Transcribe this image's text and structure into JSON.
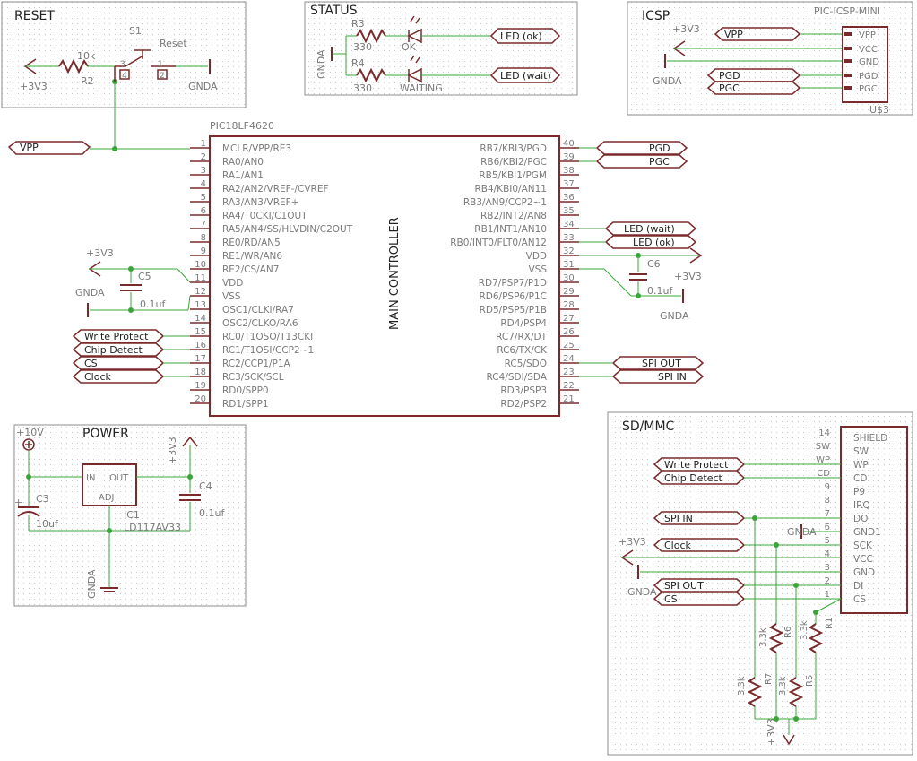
{
  "sections": {
    "reset": "RESET",
    "status": "STATUS",
    "icsp": "ICSP",
    "power": "POWER",
    "sdmmc": "SD/MMC"
  },
  "mcu": {
    "name": "PIC18LF4620",
    "label": "MAIN CONTROLLER",
    "left_pins": [
      {
        "num": "1",
        "name": "MCLR/VPP/RE3"
      },
      {
        "num": "2",
        "name": "RA0/AN0"
      },
      {
        "num": "3",
        "name": "RA1/AN1"
      },
      {
        "num": "4",
        "name": "RA2/AN2/VREF-/CVREF"
      },
      {
        "num": "5",
        "name": "RA3/AN3/VREF+"
      },
      {
        "num": "6",
        "name": "RA4/T0CKI/C1OUT"
      },
      {
        "num": "7",
        "name": "RA5/AN4/SS/HLVDIN/C2OUT"
      },
      {
        "num": "8",
        "name": "RE0/RD/AN5"
      },
      {
        "num": "9",
        "name": "RE1/WR/AN6"
      },
      {
        "num": "10",
        "name": "RE2/CS/AN7"
      },
      {
        "num": "11",
        "name": "VDD"
      },
      {
        "num": "12",
        "name": "VSS"
      },
      {
        "num": "13",
        "name": "OSC1/CLKI/RA7"
      },
      {
        "num": "14",
        "name": "OSC2/CLKO/RA6"
      },
      {
        "num": "15",
        "name": "RC0/T1OSO/T13CKI"
      },
      {
        "num": "16",
        "name": "RC1/T1OSI/CCP2~1"
      },
      {
        "num": "17",
        "name": "RC2/CCP1/P1A"
      },
      {
        "num": "18",
        "name": "RC3/SCK/SCL"
      },
      {
        "num": "19",
        "name": "RD0/SPP0"
      },
      {
        "num": "20",
        "name": "RD1/SPP1"
      }
    ],
    "right_pins": [
      {
        "num": "40",
        "name": "RB7/KBI3/PGD"
      },
      {
        "num": "39",
        "name": "RB6/KBI2/PGC"
      },
      {
        "num": "38",
        "name": "RB5/KBI1/PGM"
      },
      {
        "num": "37",
        "name": "RB4/KBI0/AN11"
      },
      {
        "num": "36",
        "name": "RB3/AN9/CCP2~1"
      },
      {
        "num": "35",
        "name": "RB2/INT2/AN8"
      },
      {
        "num": "34",
        "name": "RB1/INT1/AN10"
      },
      {
        "num": "33",
        "name": "RB0/INT0/FLT0/AN12"
      },
      {
        "num": "32",
        "name": "VDD"
      },
      {
        "num": "31",
        "name": "VSS"
      },
      {
        "num": "30",
        "name": "RD7/PSP7/P1D"
      },
      {
        "num": "29",
        "name": "RD6/PSP6/P1C"
      },
      {
        "num": "28",
        "name": "RD5/PSP5/P1B"
      },
      {
        "num": "27",
        "name": "RD4/PSP4"
      },
      {
        "num": "26",
        "name": "RC7/RX/DT"
      },
      {
        "num": "25",
        "name": "RC6/TX/CK"
      },
      {
        "num": "24",
        "name": "RC5/SDO"
      },
      {
        "num": "23",
        "name": "RC4/SDI/SDA"
      },
      {
        "num": "22",
        "name": "RD3/PSP3"
      },
      {
        "num": "21",
        "name": "RD2/PSP2"
      }
    ]
  },
  "nets": {
    "vpp": "VPP",
    "pgd": "PGD",
    "pgc": "PGC",
    "led_ok": "LED (ok)",
    "led_wait": "LED (wait)",
    "write_protect": "Write Protect",
    "chip_detect": "Chip Detect",
    "cs": "CS",
    "clock": "Clock",
    "spi_out": "SPI OUT",
    "spi_in": "SPI IN"
  },
  "power": {
    "v33": "+3V3",
    "gnda": "GNDA",
    "v10": "+10V"
  },
  "reset": {
    "r2_ref": "R2",
    "r2_val": "10k",
    "s1_ref": "S1",
    "s1_val": "Reset",
    "pin1": "1",
    "pin2": "2",
    "pin3": "3",
    "pin4": "4"
  },
  "status": {
    "r3_ref": "R3",
    "r3_val": "330",
    "r4_ref": "R4",
    "r4_val": "330",
    "led_ok_label": "OK",
    "led_wait_label": "WAITING"
  },
  "icsp": {
    "part": "PIC-ICSP-MINI",
    "ref": "U$3",
    "pins": [
      "VPP",
      "VCC",
      "GND",
      "PGD",
      "PGC"
    ]
  },
  "caps": {
    "c5_ref": "C5",
    "c5_val": "0.1uf",
    "c6_ref": "C6",
    "c6_val": "0.1uf",
    "c3_ref": "C3",
    "c3_val": "10uf",
    "c4_ref": "C4",
    "c4_val": "0.1uf"
  },
  "regulator": {
    "ref": "IC1",
    "part": "LD117AV33",
    "in": "IN",
    "out": "OUT",
    "adj": "ADJ"
  },
  "sdcard": {
    "pins": [
      {
        "num": "14",
        "name": "SHIELD"
      },
      {
        "num": "SW",
        "name": "SW"
      },
      {
        "num": "WP",
        "name": "WP"
      },
      {
        "num": "CD",
        "name": "CD"
      },
      {
        "num": "9",
        "name": "P9"
      },
      {
        "num": "8",
        "name": "IRQ"
      },
      {
        "num": "7",
        "name": "DO"
      },
      {
        "num": "6",
        "name": "GND1"
      },
      {
        "num": "5",
        "name": "SCK"
      },
      {
        "num": "4",
        "name": "VCC"
      },
      {
        "num": "3",
        "name": "GND"
      },
      {
        "num": "2",
        "name": "DI"
      },
      {
        "num": "1",
        "name": "CS"
      }
    ],
    "resistors": [
      {
        "ref": "R1",
        "val": "3.3k"
      },
      {
        "ref": "R5",
        "val": "3.3k"
      },
      {
        "ref": "R6",
        "val": "3.3k"
      },
      {
        "ref": "R7",
        "val": "3.3k"
      }
    ]
  }
}
